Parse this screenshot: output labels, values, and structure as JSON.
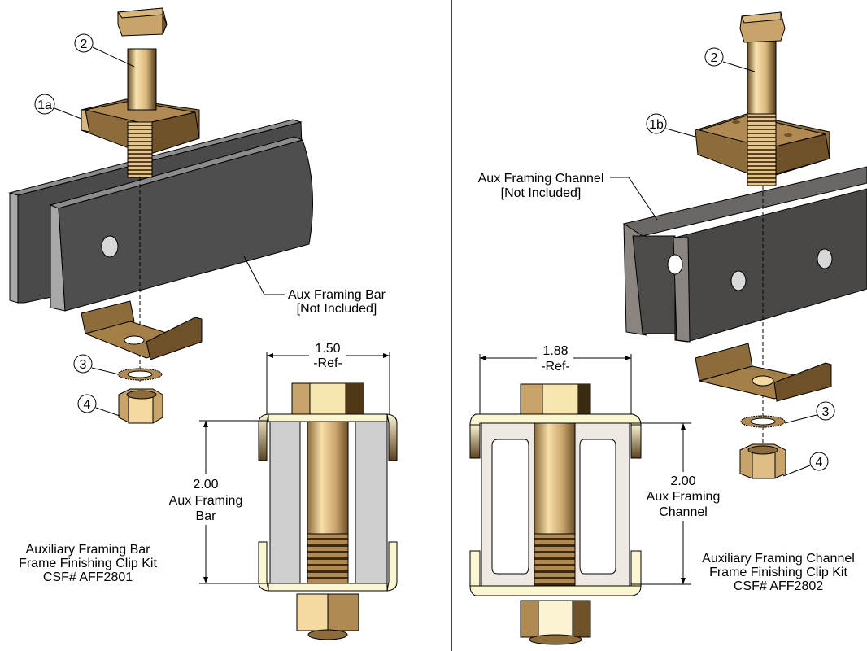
{
  "left_panel": {
    "balloons": {
      "bolt": "2",
      "clip_top": "1a",
      "washer": "3",
      "nut": "4"
    },
    "framing_callout": [
      "Aux Framing Bar",
      "[Not Included]"
    ],
    "width_dim": {
      "value": "1.50",
      "note": "-Ref-"
    },
    "height_dim": {
      "value": "2.00",
      "line1": "Aux Framing",
      "line2": "Bar"
    },
    "title": [
      "Auxiliary Framing Bar",
      "Frame Finishing Clip Kit",
      "CSF#  AFF2801"
    ]
  },
  "right_panel": {
    "balloons": {
      "bolt": "2",
      "clip_top": "1b",
      "washer": "3",
      "nut": "4"
    },
    "framing_callout": [
      "Aux Framing Channel",
      "[Not Included]"
    ],
    "width_dim": {
      "value": "1.88",
      "note": "-Ref-"
    },
    "height_dim": {
      "value": "2.00",
      "line1": "Aux Framing",
      "line2": "Channel"
    },
    "title": [
      "Auxiliary Framing Channel",
      "Frame Finishing Clip Kit",
      "CSF#  AFF2802"
    ]
  },
  "colors": {
    "brass": "#c9a46a",
    "brass_dark": "#7a5c34",
    "brass_light": "#f4d9a0",
    "steel_dark": "#4a4a4a",
    "steel_light": "#9a9a9a",
    "clip_pale": "#fbf6d2",
    "bar_section": "#cfcfcf",
    "channel_section": "#efe9e3"
  }
}
